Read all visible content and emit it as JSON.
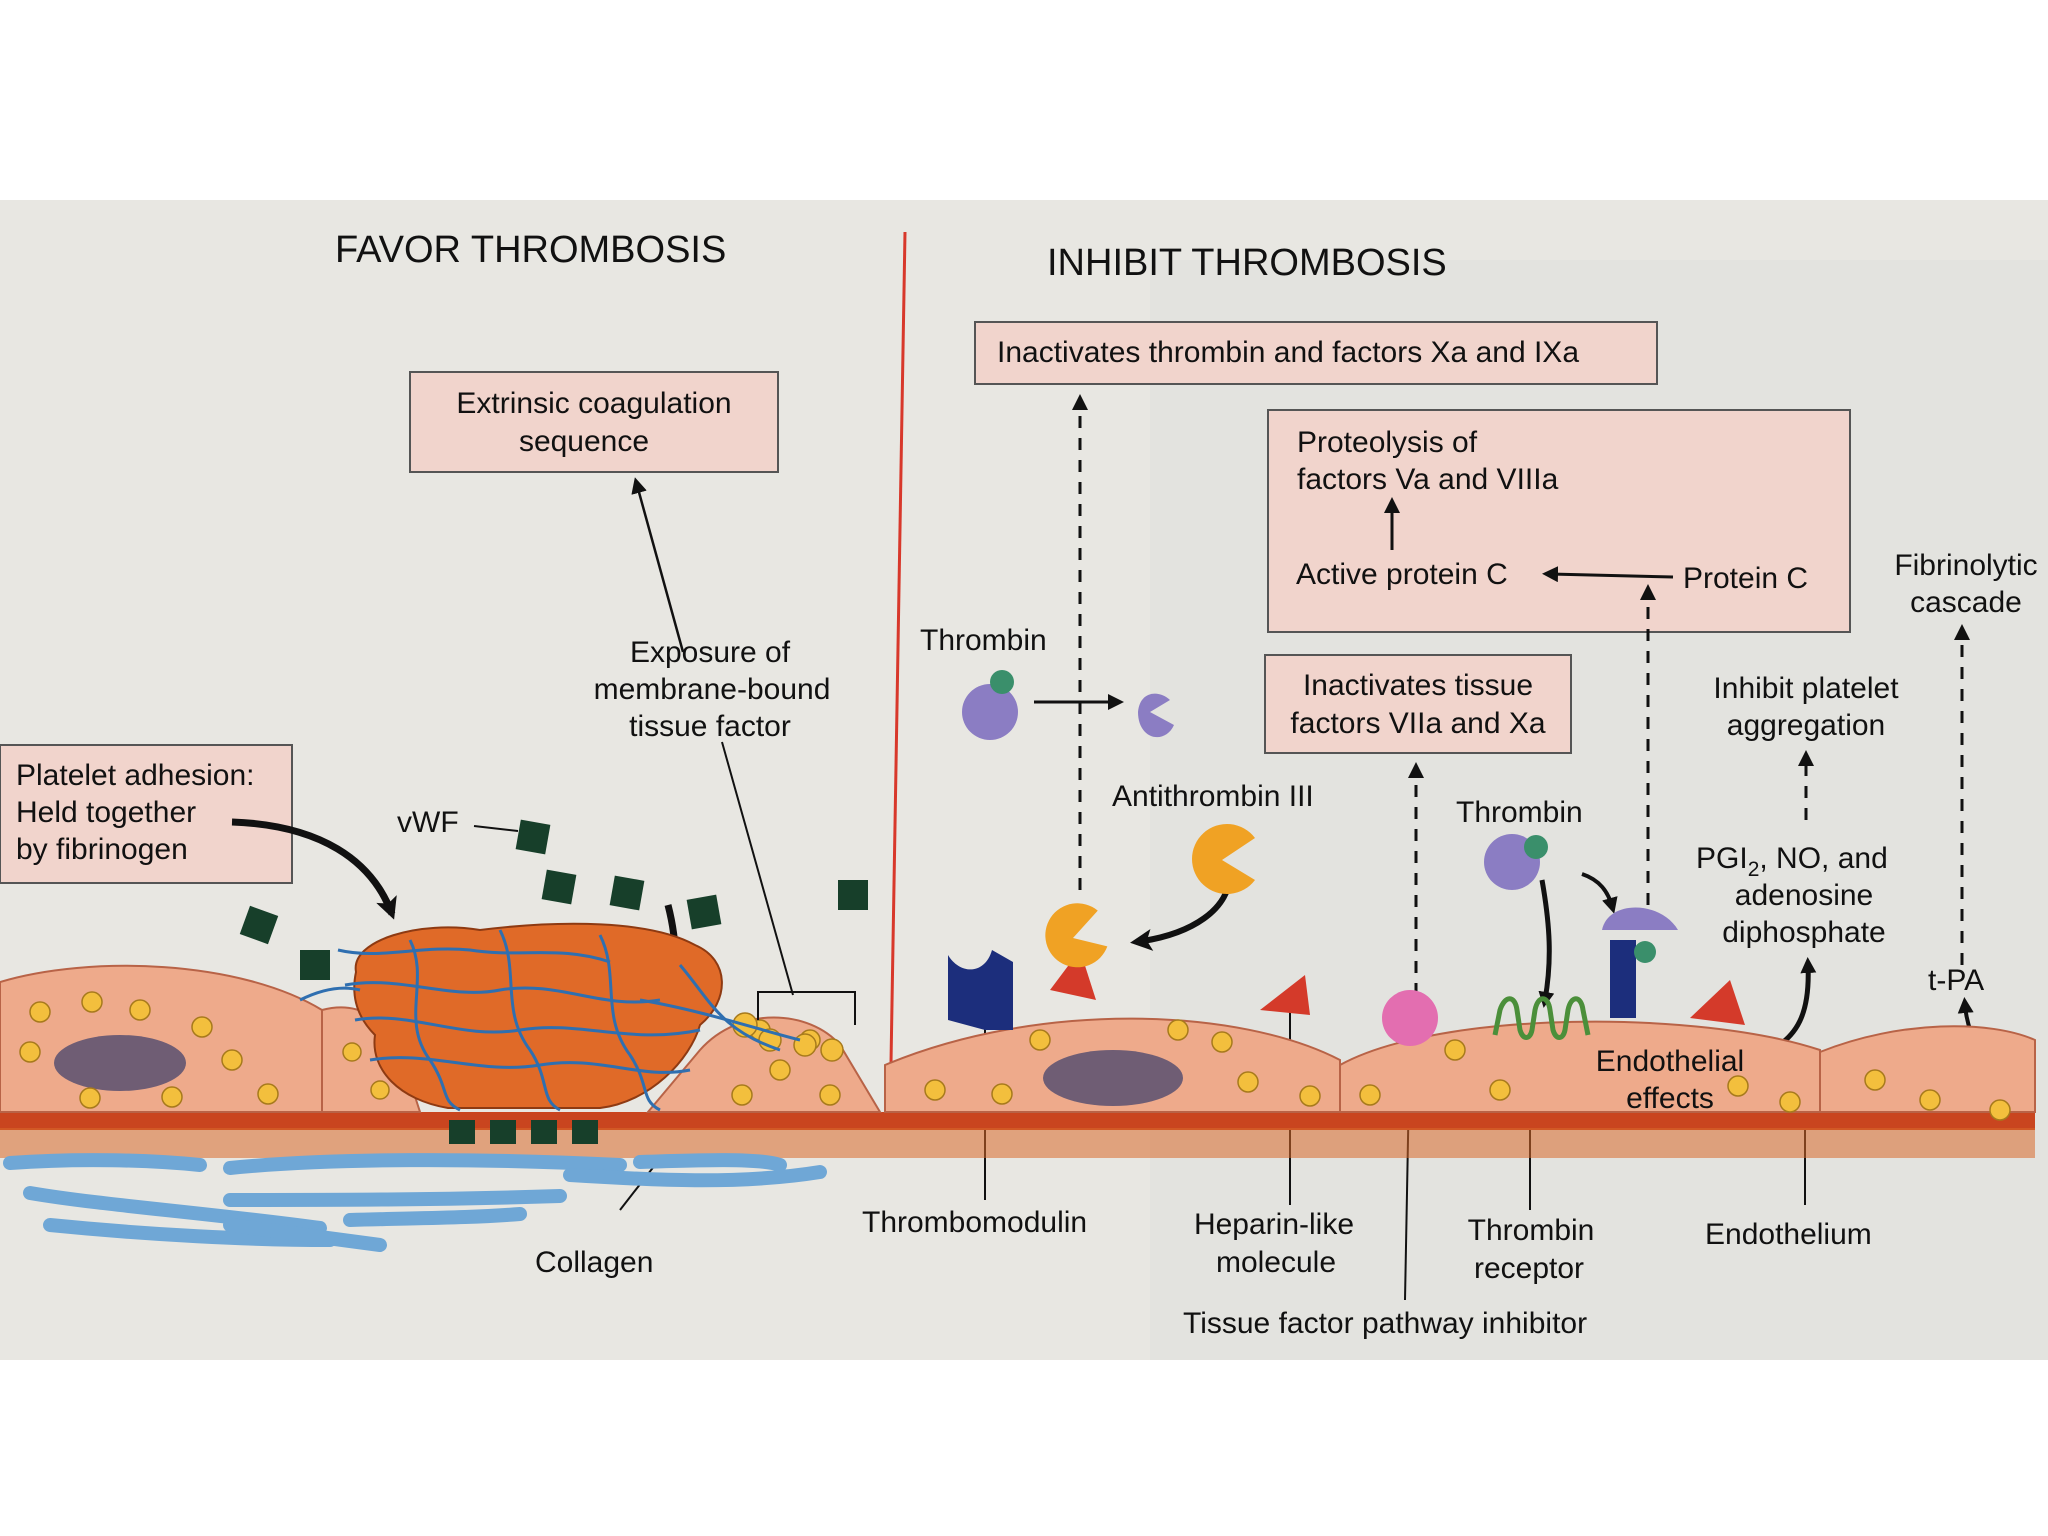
{
  "headings": {
    "favor": "FAVOR THROMBOSIS",
    "inhibit": "INHIBIT THROMBOSIS"
  },
  "boxes": {
    "extrinsic": [
      "Extrinsic coagulation",
      "sequence"
    ],
    "inactivates_thrombin": "Inactivates thrombin and factors Xa and IXa",
    "proteolysis": [
      "Proteolysis of",
      "factors Va and VIIIa"
    ],
    "active_protein_c": "Active protein C",
    "protein_c": "Protein C",
    "inactivates_tissue": [
      "Inactivates tissue",
      "factors VIIa and Xa"
    ]
  },
  "labels": {
    "platelet_adhesion": [
      "Platelet adhesion:",
      "Held together",
      "by fibrinogen"
    ],
    "vwf": "vWF",
    "exposure": [
      "Exposure of",
      "membrane-bound",
      "tissue factor"
    ],
    "collagen": "Collagen",
    "thrombin_left": "Thrombin",
    "antithrombin": "Antithrombin III",
    "thrombin_right": "Thrombin",
    "fibrinolytic": [
      "Fibrinolytic",
      "cascade"
    ],
    "inhibit_platelet": [
      "Inhibit platelet",
      "aggregation"
    ],
    "pgi2_line1_main": "PGI",
    "pgi2_line1_sub": "2",
    "pgi2_line1_rest": ", NO, and",
    "pgi2_line2": "adenosine",
    "pgi2_line3": "diphosphate",
    "tpa": "t-PA",
    "endothelial_effects": [
      "Endothelial",
      "effects"
    ],
    "thrombomodulin": "Thrombomodulin",
    "heparin": [
      "Heparin-like",
      "molecule"
    ],
    "thrombin_receptor": [
      "Thrombin",
      "receptor"
    ],
    "endothelium": "Endothelium",
    "tfpi": "Tissue factor pathway inhibitor"
  },
  "colors": {
    "box_fill": "#f1d4cc",
    "panel_bg": "#e7e6e1",
    "cell_fill": "#eeaa8b",
    "membrane": "#c9451f",
    "nucleus": "#6f5d74",
    "granule": "#f3bf3d",
    "platelet_clot": "#e06a28",
    "fibrin": "#2f6fb0",
    "vwf_square": "#173f2a",
    "thrombin": "#8b7dc3",
    "antithrombin": "#f0a224",
    "receptor_blue": "#1c2e7c",
    "red_triangle": "#d43a2a",
    "pink_dot": "#e36eb0",
    "divider": "#d8382b",
    "collagen": "#6fa7d6"
  }
}
